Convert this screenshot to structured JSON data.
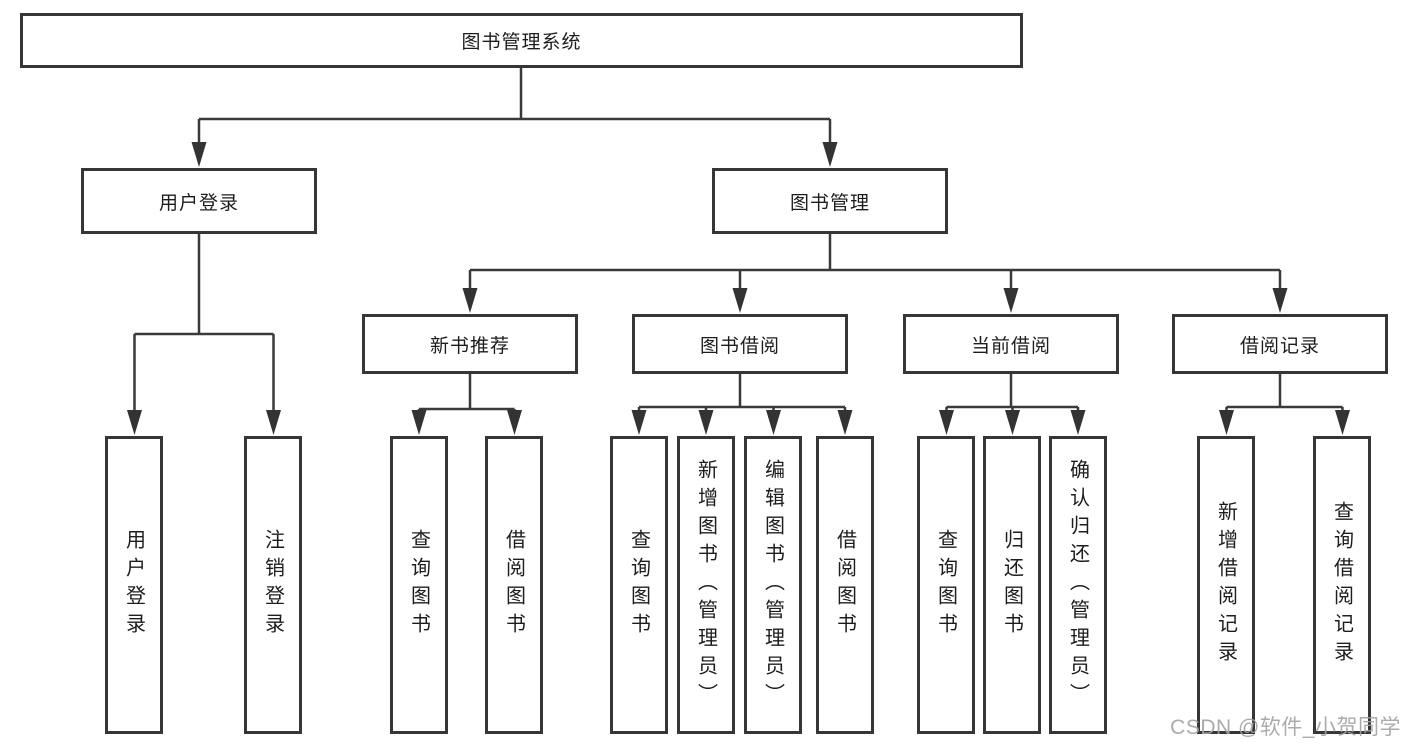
{
  "diagram": {
    "root": "图书管理系统",
    "level2": [
      "用户登录",
      "图书管理"
    ],
    "level3": [
      "新书推荐",
      "图书借阅",
      "当前借阅",
      "借阅记录"
    ],
    "leaves": [
      "用户登录",
      "注销登录",
      "查询图书",
      "借阅图书",
      "查询图书",
      "新增图书（管理员）",
      "编辑图书（管理员）",
      "借阅图书",
      "查询图书",
      "归还图书",
      "确认归还（管理员）",
      "新增借阅记录",
      "查询借阅记录"
    ]
  },
  "watermark": {
    "text": "CSDN @软件_小贺同学"
  },
  "colors": {
    "line": "#3a3a3a",
    "border": "#363636",
    "text": "#1d1d1d",
    "watermark": "#a3a3a3",
    "background": "#ffffff"
  }
}
